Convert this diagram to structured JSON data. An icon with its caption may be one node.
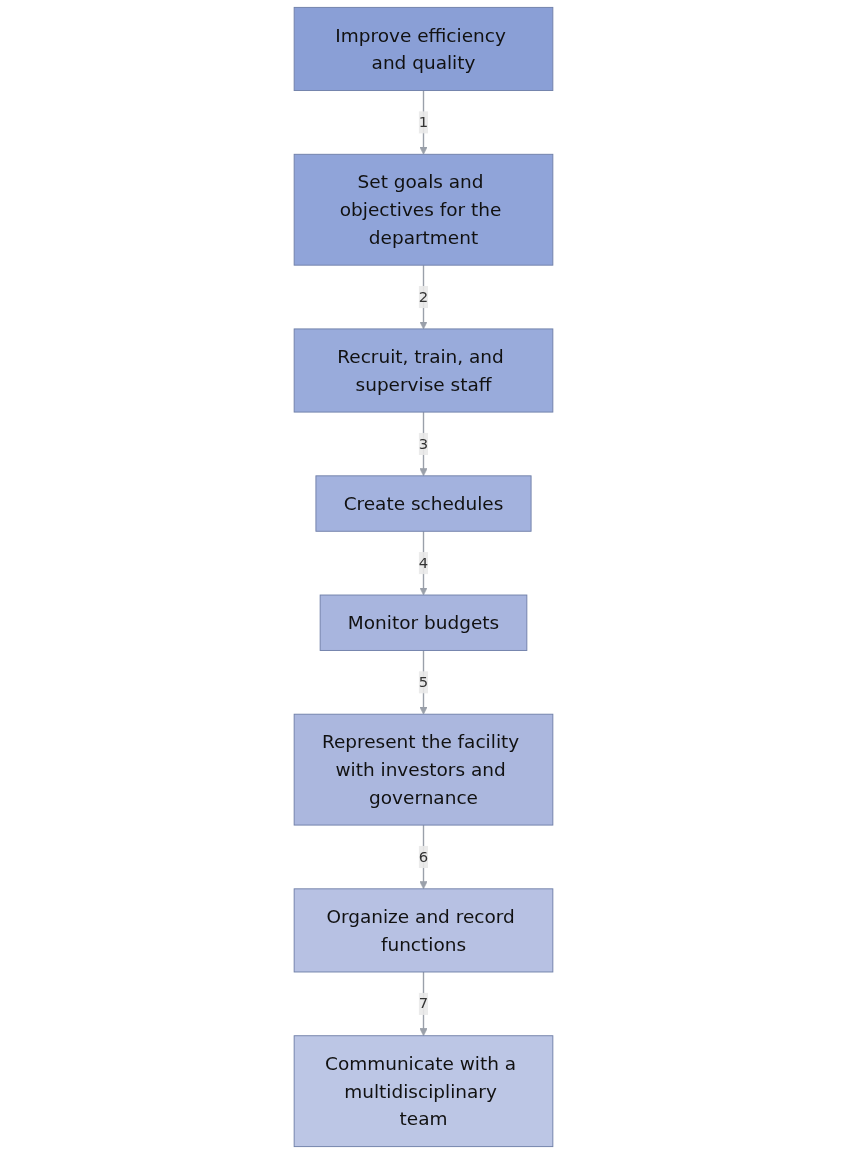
{
  "diagram": {
    "nodes": [
      {
        "text": [
          "Improve efficiency and quality"
        ]
      },
      {
        "text": [
          "Set goals and objectives for the department"
        ]
      },
      {
        "text": [
          "Recruit, train, and supervise staff"
        ]
      },
      {
        "text": [
          "Create schedules"
        ]
      },
      {
        "text": [
          "Monitor budgets"
        ]
      },
      {
        "text": [
          "Represent the facility with investors and governance"
        ]
      },
      {
        "text": [
          "Organize and record functions"
        ]
      },
      {
        "text": [
          "Communicate with a multidisciplinary team"
        ]
      }
    ],
    "edges": [
      {
        "from": 0,
        "to": 1,
        "arrow": "to",
        "label": "1"
      },
      {
        "from": 1,
        "to": 2,
        "arrow": "to",
        "label": "2"
      },
      {
        "from": 2,
        "to": 3,
        "arrow": "to",
        "label": "3"
      },
      {
        "from": 3,
        "to": 4,
        "arrow": "to",
        "label": "4"
      },
      {
        "from": 4,
        "to": 5,
        "arrow": "to",
        "label": "5"
      },
      {
        "from": 5,
        "to": 6,
        "arrow": "to",
        "label": "6"
      },
      {
        "from": 6,
        "to": 7,
        "arrow": "to",
        "label": "7"
      }
    ]
  }
}
